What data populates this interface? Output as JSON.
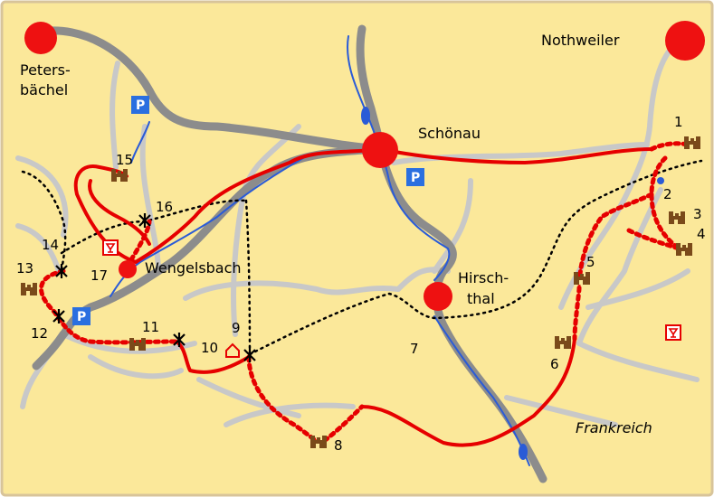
{
  "colors": {
    "background": "#fbe89a",
    "border": "#d8c49a",
    "road_main": "#8c8c8c",
    "road_minor": "#c8c8c8",
    "river": "#2a5bd7",
    "route": "#e60000",
    "trail": "#000000",
    "town": "#ee1111",
    "parking": "#2a6fe0",
    "castle": "#7a4a1a"
  },
  "towns": [
    {
      "id": "petersbachel",
      "label_lines": [
        "Peters-",
        "bächel"
      ]
    },
    {
      "id": "nothweiler",
      "label_lines": [
        "Nothweiler"
      ]
    },
    {
      "id": "schonau",
      "label_lines": [
        "Schönau"
      ]
    },
    {
      "id": "hirschthal",
      "label_lines": [
        "Hirsch-",
        "thal"
      ]
    },
    {
      "id": "wengelsbach",
      "label_lines": [
        "Wengelsbach"
      ]
    }
  ],
  "parking": [
    {
      "id": "p1",
      "label": "P"
    },
    {
      "id": "p2",
      "label": "P"
    },
    {
      "id": "p3",
      "label": "P"
    }
  ],
  "points": [
    {
      "number": "1",
      "icon": "castle-ruin-icon"
    },
    {
      "number": "2",
      "icon": "spring-icon"
    },
    {
      "number": "3",
      "icon": "castle-ruin-icon"
    },
    {
      "number": "4",
      "icon": "castle-ruin-icon"
    },
    {
      "number": "5",
      "icon": "castle-ruin-icon"
    },
    {
      "number": "6",
      "icon": "castle-ruin-icon"
    },
    {
      "number": "7",
      "icon": "none"
    },
    {
      "number": "8",
      "icon": "castle-ruin-icon"
    },
    {
      "number": "9",
      "icon": "hut-icon"
    },
    {
      "number": "10",
      "icon": "viewpoint-star-icon"
    },
    {
      "number": "11",
      "icon": "castle-ruin-icon"
    },
    {
      "number": "12",
      "icon": "viewpoint-star-icon"
    },
    {
      "number": "13",
      "icon": "castle-ruin-icon"
    },
    {
      "number": "14",
      "icon": "viewpoint-star-icon"
    },
    {
      "number": "15",
      "icon": "castle-ruin-icon"
    },
    {
      "number": "16",
      "icon": "viewpoint-star-icon"
    },
    {
      "number": "17",
      "icon": "none"
    }
  ],
  "region_label": "Frankreich"
}
